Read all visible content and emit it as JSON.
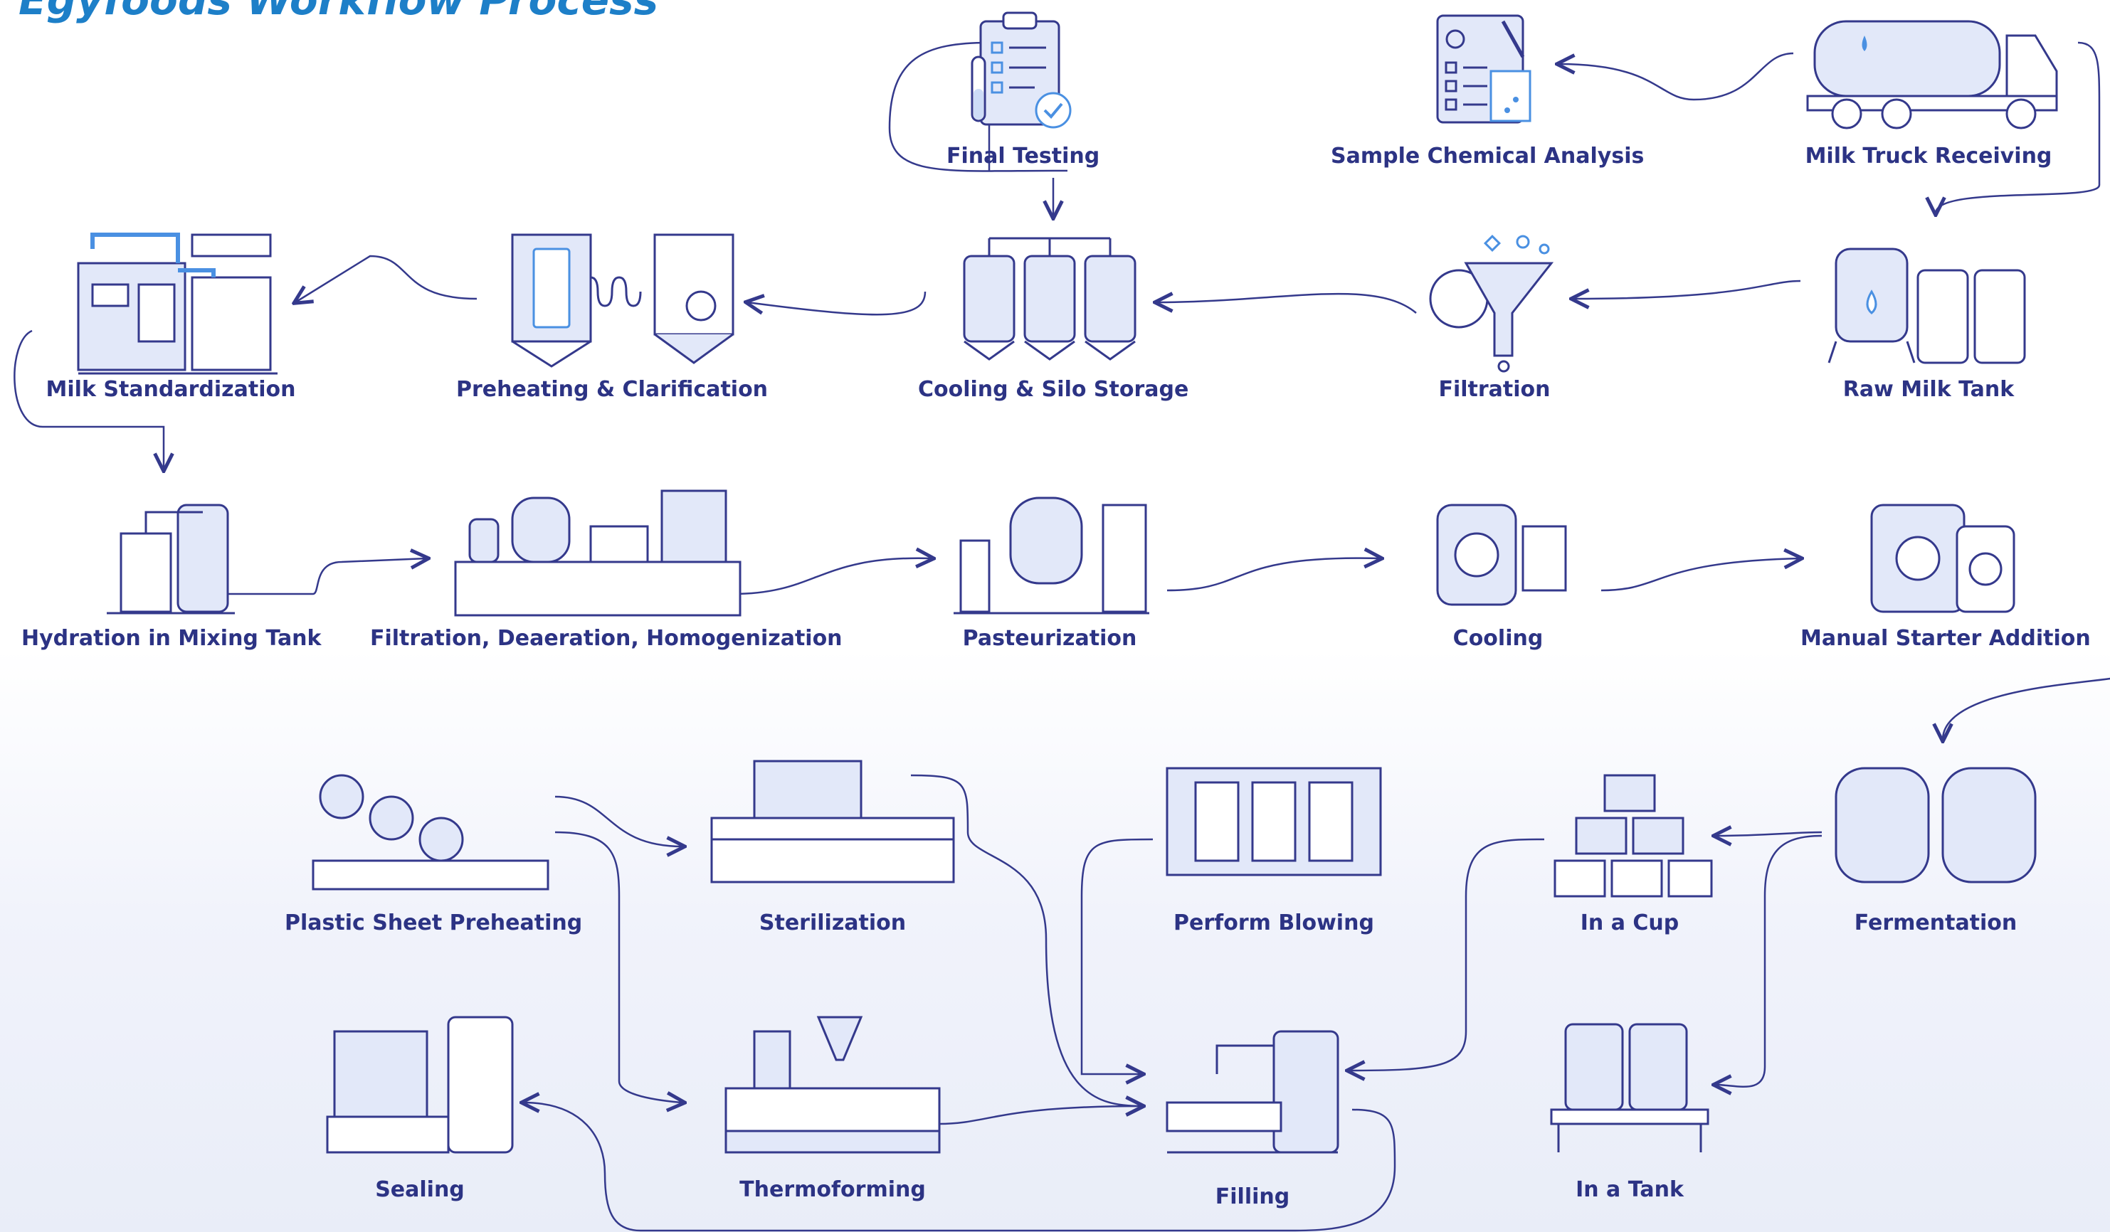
{
  "title": "Egyfoods Workflow Process",
  "colors": {
    "line": "#34398c",
    "accent": "#4a90e2",
    "fill": "#e2e8f9",
    "title": "#1d7fc8"
  },
  "steps": [
    {
      "id": "final-testing",
      "label": "Final Testing",
      "icon": "clipboard-test-tubes-icon"
    },
    {
      "id": "sample-chemical-analysis",
      "label": "Sample Chemical Analysis",
      "icon": "lab-analysis-icon"
    },
    {
      "id": "milk-truck-receiving",
      "label": "Milk Truck Receiving",
      "icon": "milk-tanker-truck-icon"
    },
    {
      "id": "milk-standardization",
      "label": "Milk Standardization",
      "icon": "standardization-machine-icon"
    },
    {
      "id": "preheating-clarification",
      "label": "Preheating & Clarification",
      "icon": "preheater-clarifier-icon"
    },
    {
      "id": "cooling-silo-storage",
      "label": "Cooling & Silo Storage",
      "icon": "silos-icon"
    },
    {
      "id": "filtration",
      "label": "Filtration",
      "icon": "funnel-filter-icon"
    },
    {
      "id": "raw-milk-tank",
      "label": "Raw Milk Tank",
      "icon": "milk-tank-cans-icon"
    },
    {
      "id": "hydration-mixing-tank",
      "label": "Hydration in Mixing Tank",
      "icon": "mixing-tanks-icon"
    },
    {
      "id": "filtration-deaeration-homogenization",
      "label": "Filtration, Deaeration, Homogenization",
      "icon": "processing-plant-icon"
    },
    {
      "id": "pasteurization",
      "label": "Pasteurization",
      "icon": "pasteurizer-icon"
    },
    {
      "id": "cooling",
      "label": "Cooling",
      "icon": "cooling-unit-icon"
    },
    {
      "id": "manual-starter-addition",
      "label": "Manual Starter Addition",
      "icon": "starter-containers-icon"
    },
    {
      "id": "plastic-sheet-preheating",
      "label": "Plastic Sheet Preheating",
      "icon": "sheet-rollers-icon"
    },
    {
      "id": "sterilization",
      "label": "Sterilization",
      "icon": "sterilizer-conveyor-icon"
    },
    {
      "id": "perform-blowing",
      "label": "Perform Blowing",
      "icon": "blowing-machine-icon"
    },
    {
      "id": "in-a-cup",
      "label": "In a Cup",
      "icon": "stacked-cups-icon"
    },
    {
      "id": "fermentation",
      "label": "Fermentation",
      "icon": "fermentation-tanks-icon"
    },
    {
      "id": "sealing",
      "label": "Sealing",
      "icon": "sealing-machine-icon"
    },
    {
      "id": "thermoforming",
      "label": "Thermoforming",
      "icon": "thermoforming-conveyor-icon"
    },
    {
      "id": "filling",
      "label": "Filling",
      "icon": "filling-machine-icon"
    },
    {
      "id": "in-a-tank",
      "label": "In a Tank",
      "icon": "storage-tanks-icon"
    }
  ]
}
